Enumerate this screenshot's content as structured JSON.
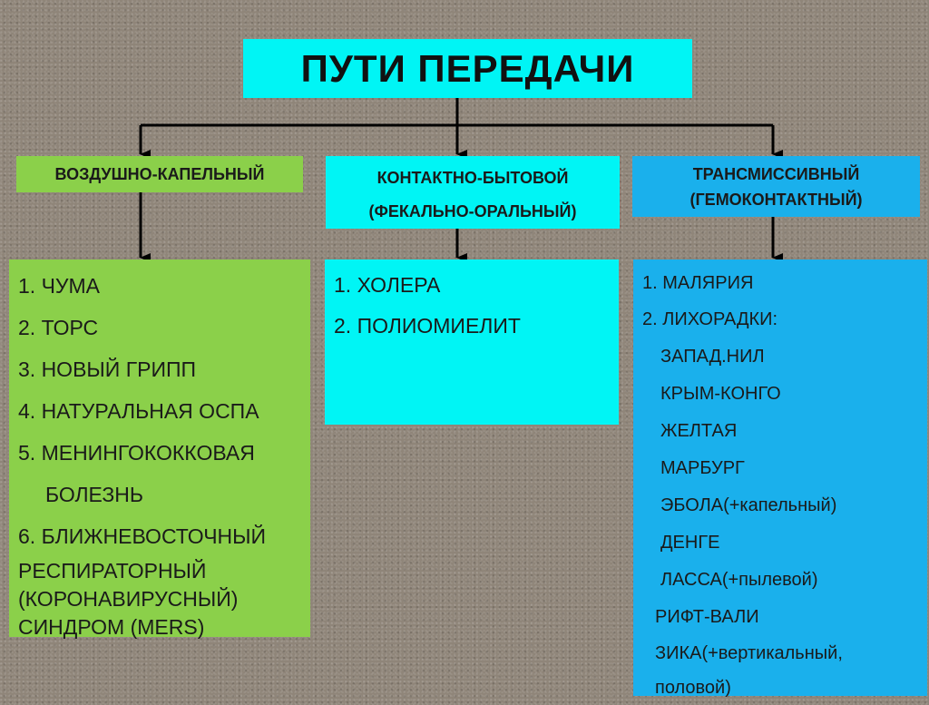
{
  "title": "ПУТИ ПЕРЕДАЧИ",
  "categories": {
    "airborne": {
      "label": "ВОЗДУШНО-КАПЕЛЬНЫЙ"
    },
    "contact": {
      "line1": "КОНТАКТНО-БЫТОВОЙ",
      "line2": "(ФЕКАЛЬНО-ОРАЛЬНЫЙ)"
    },
    "transmissive": {
      "line1": "ТРАНСМИССИВНЫЙ",
      "line2": "(ГЕМОКОНТАКТНЫЙ)"
    }
  },
  "lists": {
    "airborne": [
      "1. ЧУМА",
      "2. ТОРС",
      "3. НОВЫЙ ГРИПП",
      "4. НАТУРАЛЬНАЯ ОСПА",
      "5. МЕНИНГОКОККОВАЯ",
      "БОЛЕЗНЬ",
      "6. БЛИЖНЕВОСТОЧНЫЙ",
      "РЕСПИРАТОРНЫЙ",
      "(КОРОНАВИРУСНЫЙ)",
      "СИНДРОМ (MERS)"
    ],
    "contact": [
      "1. ХОЛЕРА",
      "2. ПОЛИОМИЕЛИТ"
    ],
    "transmissive": [
      "1. МАЛЯРИЯ",
      "2. ЛИХОРАДКИ:",
      "ЗАПАД.НИЛ",
      "КРЫМ-КОНГО",
      "ЖЕЛТАЯ",
      "МАРБУРГ",
      "ЭБОЛА(+капельный)",
      "ДЕНГЕ",
      "ЛАССА(+пылевой)",
      "РИФТ-ВАЛИ",
      "ЗИКА(+вертикальный,",
      "половой)"
    ]
  },
  "colors": {
    "background": "#8f8579",
    "cyan": "#00f5f5",
    "green": "#8bd04a",
    "blue": "#1ab0ec"
  }
}
